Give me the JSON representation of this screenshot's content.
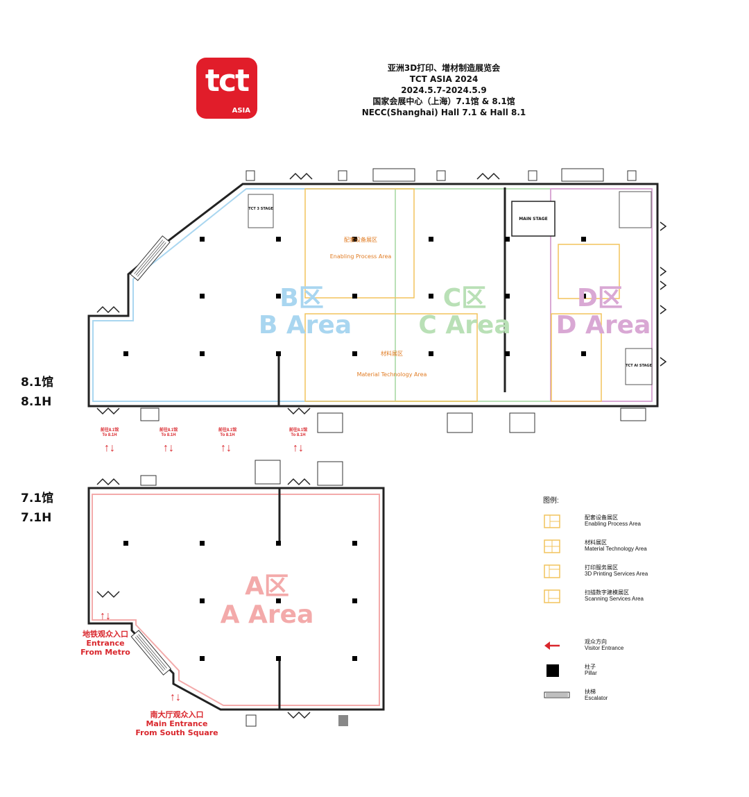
{
  "header": {
    "logo_text": "tct",
    "logo_sub": "ASIA",
    "line1": "亚洲3D打印、增材制造展览会",
    "line2": "TCT ASIA 2024",
    "line3": "2024.5.7-2024.5.9",
    "line4": "国家会展中心（上海）7.1馆 & 8.1馆",
    "line5": "NECC(Shanghai) Hall 7.1 & Hall 8.1"
  },
  "halls": {
    "h81_cn": "8.1馆",
    "h81_en": "8.1H",
    "h71_cn": "7.1馆",
    "h71_en": "7.1H"
  },
  "areas": {
    "b_cn": "B区",
    "b_en": "B Area",
    "c_cn": "C区",
    "c_en": "C Area",
    "d_cn": "D区",
    "d_en": "D Area",
    "a_cn": "A区",
    "a_en": "A Area"
  },
  "colors": {
    "b_area": "#a9d6f0",
    "c_area": "#b9e0b6",
    "d_area": "#d9a8d4",
    "a_area": "#f3aaaa",
    "zone": "#f2c35c",
    "red": "#d9262c",
    "logo": "#e11d2a"
  },
  "zones": {
    "enabling_cn": "配套设备展区",
    "enabling_en": "Enabling Process Area",
    "material_cn": "材料展区",
    "material_en": "Material Technology Area"
  },
  "stages": {
    "tct_stage": "TCT 3 STAGE",
    "main_stage": "MAIN STAGE",
    "tct_ai_stage": "TCT AI STAGE"
  },
  "transfers": [
    {
      "cn": "前往8.1馆",
      "en": "To 8.1H"
    },
    {
      "cn": "前往8.1馆",
      "en": "To 8.1H"
    },
    {
      "cn": "前往8.1馆",
      "en": "To 8.1H"
    },
    {
      "cn": "前往8.1馆",
      "en": "To 8.1H"
    }
  ],
  "arrows_symbol": "↑↓",
  "entrances": {
    "metro_cn": "地铁观众入口",
    "metro_en1": "Entrance",
    "metro_en2": "From Metro",
    "south_cn": "南大厅观众入口",
    "south_en1": "Main Entrance",
    "south_en2": "From South Square"
  },
  "legend": {
    "title": "图例:",
    "items": [
      {
        "cn": "配套设备展区",
        "en": "Enabling Process Area",
        "icon": "zone-swatch"
      },
      {
        "cn": "材料展区",
        "en": "Material Technology Area",
        "icon": "zone-swatch"
      },
      {
        "cn": "打印服务展区",
        "en": "3D Printing Services Area",
        "icon": "zone-swatch"
      },
      {
        "cn": "扫描数字建模展区",
        "en": "Scanning Services Area",
        "icon": "zone-swatch"
      },
      {
        "cn": "观众方向",
        "en": "Visitor Entrance",
        "icon": "red-arrow-icon"
      },
      {
        "cn": "柱子",
        "en": "Pillar",
        "icon": "pillar-icon"
      },
      {
        "cn": "扶梯",
        "en": "Escalator",
        "icon": "escalator-icon"
      }
    ]
  }
}
